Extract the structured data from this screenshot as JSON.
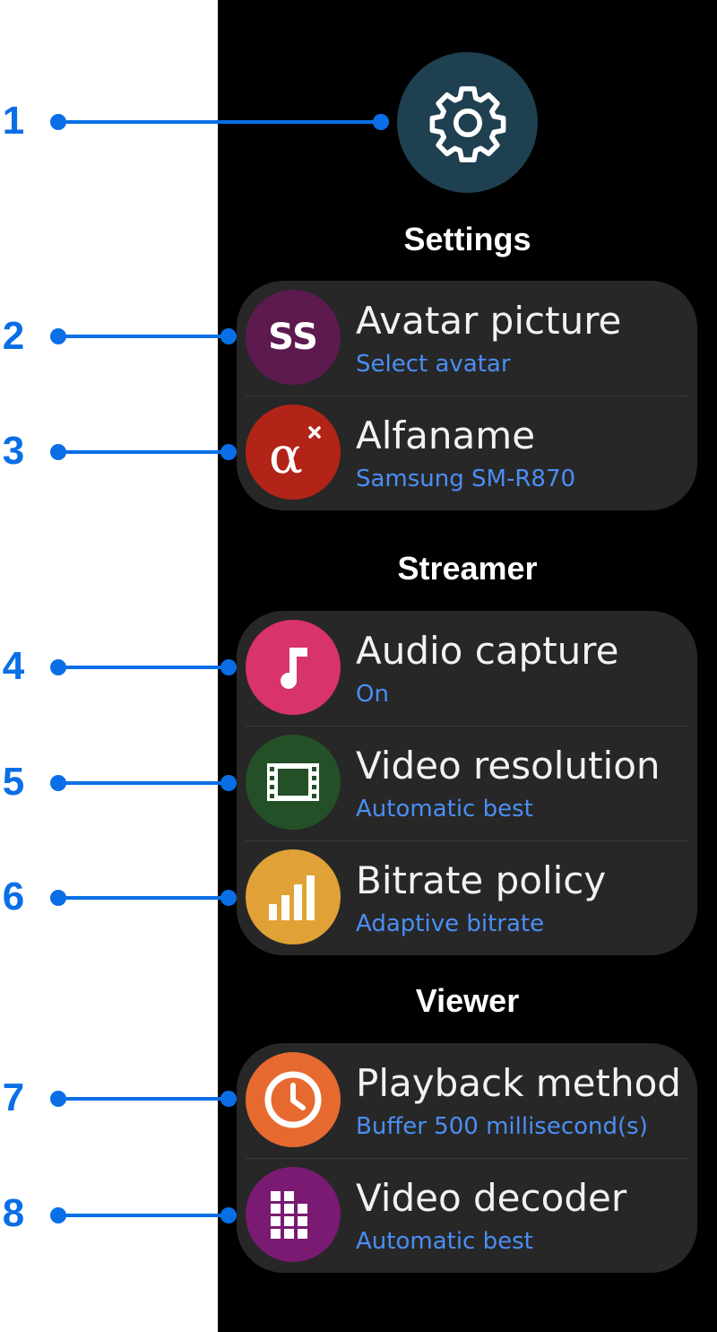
{
  "callouts": [
    "1",
    "2",
    "3",
    "4",
    "5",
    "6",
    "7",
    "8"
  ],
  "header": {
    "icon": "gear-icon",
    "title": "Settings"
  },
  "sections": [
    {
      "title": "",
      "items": [
        {
          "title": "Avatar picture",
          "subtitle": "Select avatar",
          "icon": "avatar-initials-icon",
          "icon_text": "SS",
          "icon_bg": "#5c1a4f"
        },
        {
          "title": "Alfaname",
          "subtitle": "Samsung SM-R870",
          "icon": "alpha-icon",
          "icon_bg": "#b22418"
        }
      ]
    },
    {
      "title": "Streamer",
      "items": [
        {
          "title": "Audio capture",
          "subtitle": "On",
          "icon": "music-note-icon",
          "icon_bg": "#d8336a"
        },
        {
          "title": "Video resolution",
          "subtitle": "Automatic best",
          "icon": "film-icon",
          "icon_bg": "#245028"
        },
        {
          "title": "Bitrate policy",
          "subtitle": "Adaptive bitrate",
          "icon": "bar-chart-icon",
          "icon_bg": "#e0a236"
        }
      ]
    },
    {
      "title": "Viewer",
      "items": [
        {
          "title": "Playback method",
          "subtitle": "Buffer 500 millisecond(s)",
          "icon": "clock-icon",
          "icon_bg": "#e66a30"
        },
        {
          "title": "Video decoder",
          "subtitle": "Automatic best",
          "icon": "grid-icon",
          "icon_bg": "#7a1a72"
        }
      ]
    }
  ],
  "colors": {
    "accent": "#0a6fe6",
    "subtitle": "#4b8ef5",
    "card": "#272727",
    "background": "#000000"
  }
}
